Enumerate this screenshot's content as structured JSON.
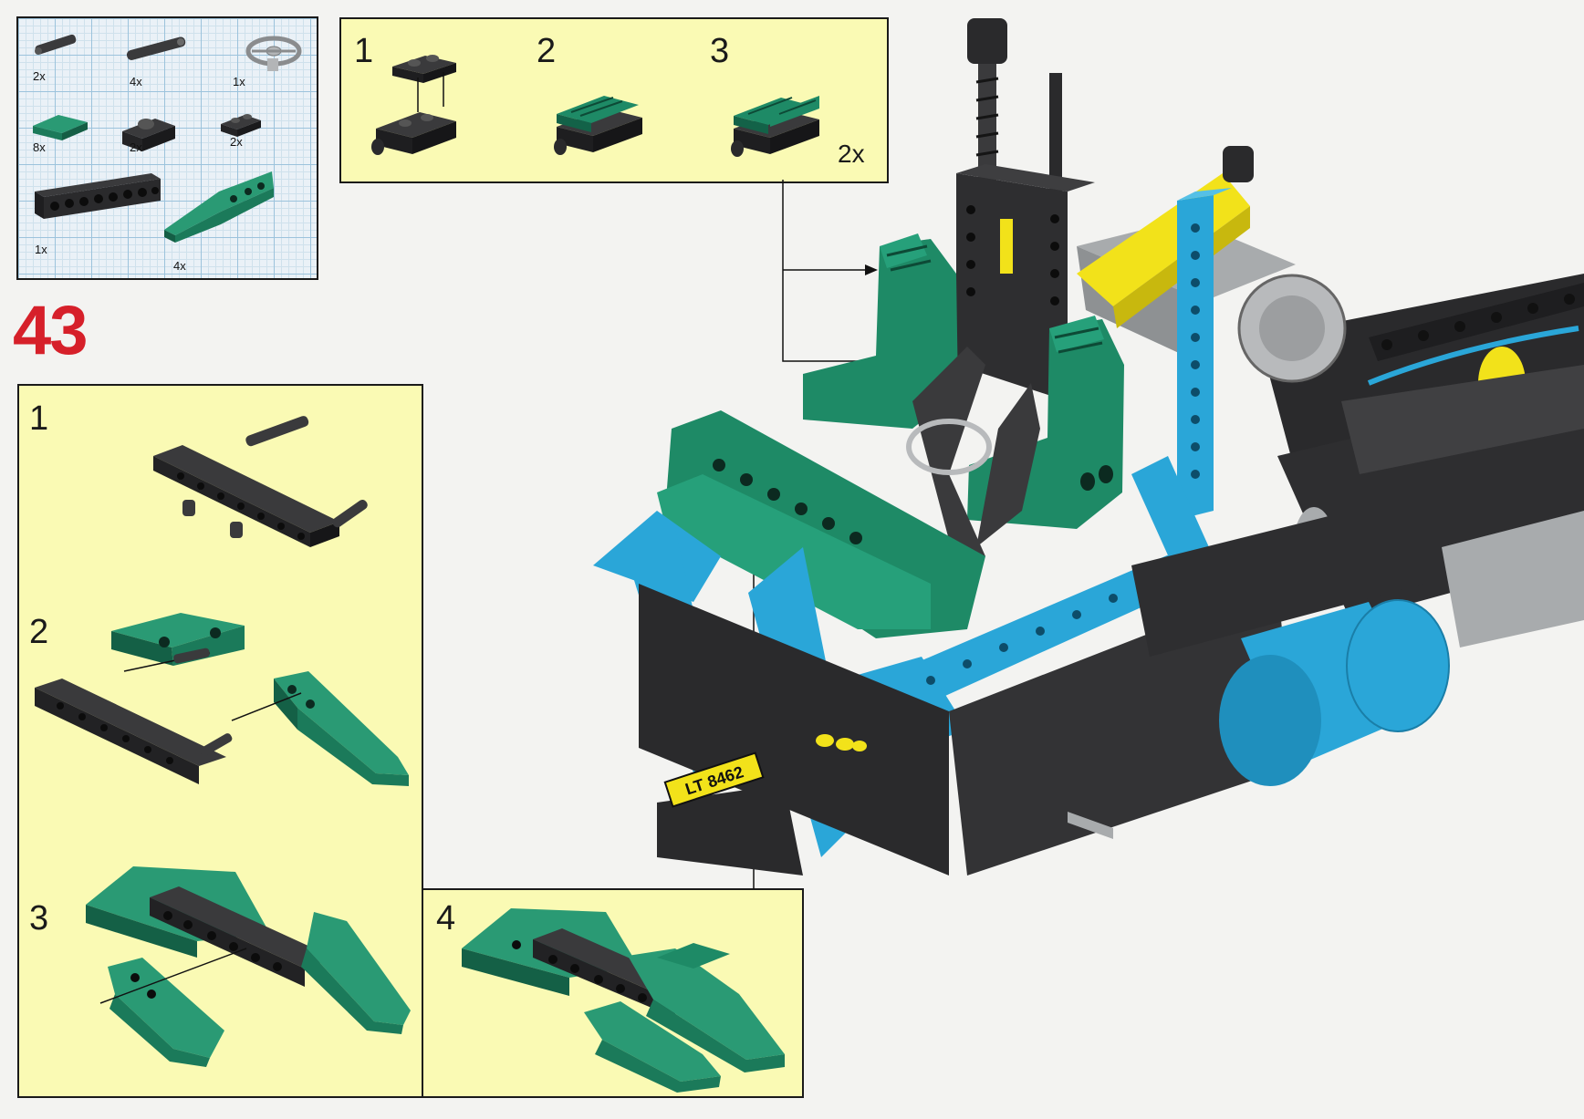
{
  "step_number": "43",
  "parts": [
    {
      "icon": "short-pin-icon",
      "qty": "2x"
    },
    {
      "icon": "long-axle-pin-icon",
      "qty": "4x"
    },
    {
      "icon": "steering-wheel-icon",
      "qty": "1x"
    },
    {
      "icon": "green-grille-plate-icon",
      "qty": "8x"
    },
    {
      "icon": "hinge-brick-icon",
      "qty": "2x"
    },
    {
      "icon": "plate-1x2-icon",
      "qty": "2x"
    },
    {
      "icon": "beam-1x8-icon",
      "qty": "1x"
    },
    {
      "icon": "green-wedge-icon",
      "qty": "4x"
    }
  ],
  "seat_panel": {
    "steps": [
      {
        "num": "1"
      },
      {
        "num": "2"
      },
      {
        "num": "3",
        "multiplier": "2x"
      }
    ]
  },
  "wing_panel": {
    "steps": [
      {
        "num": "1"
      },
      {
        "num": "2"
      },
      {
        "num": "3"
      },
      {
        "num": "4"
      }
    ]
  },
  "model": {
    "license_plate": "LT 8462"
  },
  "colors": {
    "technic_black": "#2a2a2c",
    "technic_green": "#1e8a66",
    "technic_blue": "#2aa6d8",
    "technic_yellow": "#f2e21a",
    "technic_grey": "#a8abad",
    "panel_yellow": "#fafab4",
    "step_red": "#d6202a"
  }
}
